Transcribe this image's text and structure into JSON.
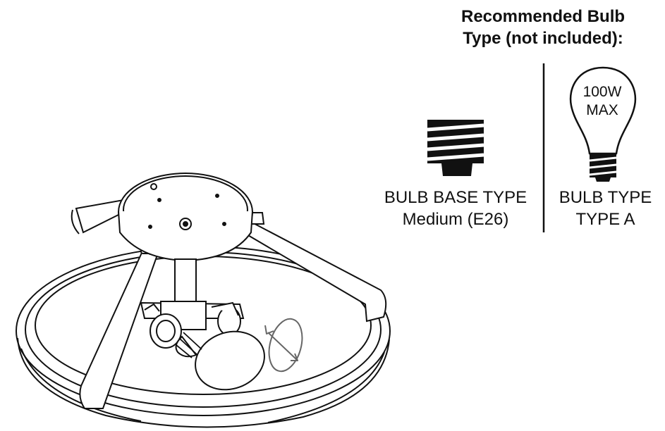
{
  "heading": {
    "line1": "Recommended Bulb",
    "line2": "Type (not included):"
  },
  "bulb_base": {
    "title": "BULB BASE TYPE",
    "value": "Medium (E26)"
  },
  "bulb_type": {
    "title": "BULB TYPE",
    "value": "TYPE A",
    "wattage": "100W",
    "max": "MAX"
  },
  "icons": {
    "base": "screw-base-icon",
    "bulb": "a-type-bulb-icon",
    "rotate": "rotate-arrow-icon"
  },
  "colors": {
    "line": "#111111",
    "background": "#ffffff"
  }
}
